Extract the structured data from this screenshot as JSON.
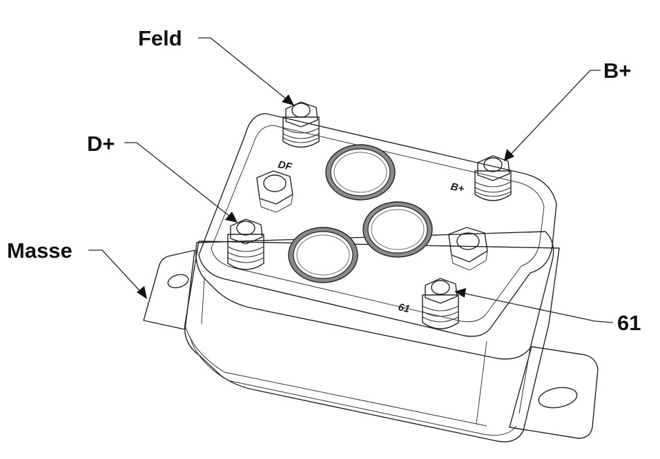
{
  "labels": {
    "feld": "Feld",
    "b_plus": "B+",
    "d_plus": "D+",
    "masse": "Masse",
    "terminal_61": "61"
  },
  "stamps": {
    "df": "DF",
    "b_plus": "B+",
    "t61": "61"
  },
  "colors": {
    "line": "#222222",
    "ring_fill": "#8a8a8a",
    "background": "#ffffff"
  }
}
